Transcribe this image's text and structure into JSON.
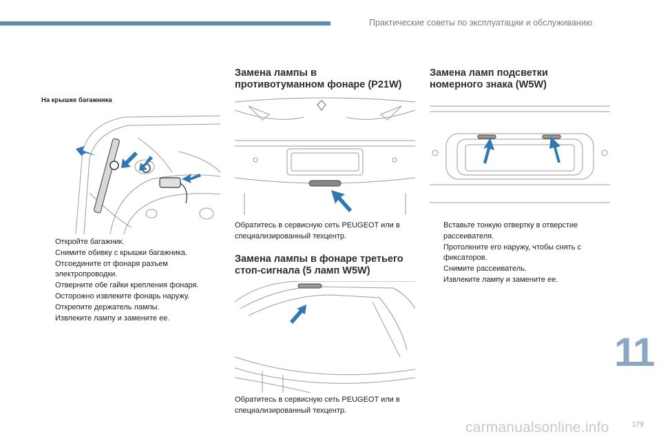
{
  "header": {
    "title": "Практические советы по эксплуатации и обслуживанию",
    "chapter": "11",
    "page": "179",
    "watermark": "carmanualsonline.info"
  },
  "left": {
    "caption": "На крышке багажника",
    "steps": [
      "Откройте багажник.",
      "Снимите обивку с крышки багажника.",
      "Отсоедините от фонаря разъем электропроводки.",
      "Отверните обе гайки крепления фонаря.",
      "Осторожно извлеките фонарь наружу.",
      "Открепите держатель лампы.",
      "Извлеките лампу и замените ее."
    ]
  },
  "middle": {
    "fog_title": "Замена лампы в\nпротивотуманном фонаре (P21W)",
    "fog_note": "Обратитесь в сервисную сеть PEUGEOT или в специализированный техцентр.",
    "stop_title": "Замена лампы в фонаре третьего\nстоп-сигнала (5 ламп W5W)",
    "stop_note": "Обратитесь в сервисную сеть PEUGEOT или в специализированный техцентр."
  },
  "right": {
    "plate_title": "Замена ламп подсветки\nномерного знака (W5W)",
    "steps": [
      "Вставьте тонкую отвертку в отверстие рассеивателя.",
      "Протолкните его наружу, чтобы снять с фиксаторов.",
      "Снимите рассеиватель.",
      "Извлеките лампу и замените ее."
    ]
  },
  "bullet_glyph": "",
  "colors": {
    "accent": "#5b8cb0",
    "arrow": "#2f78b4",
    "chapter": "#8aa8c4"
  }
}
